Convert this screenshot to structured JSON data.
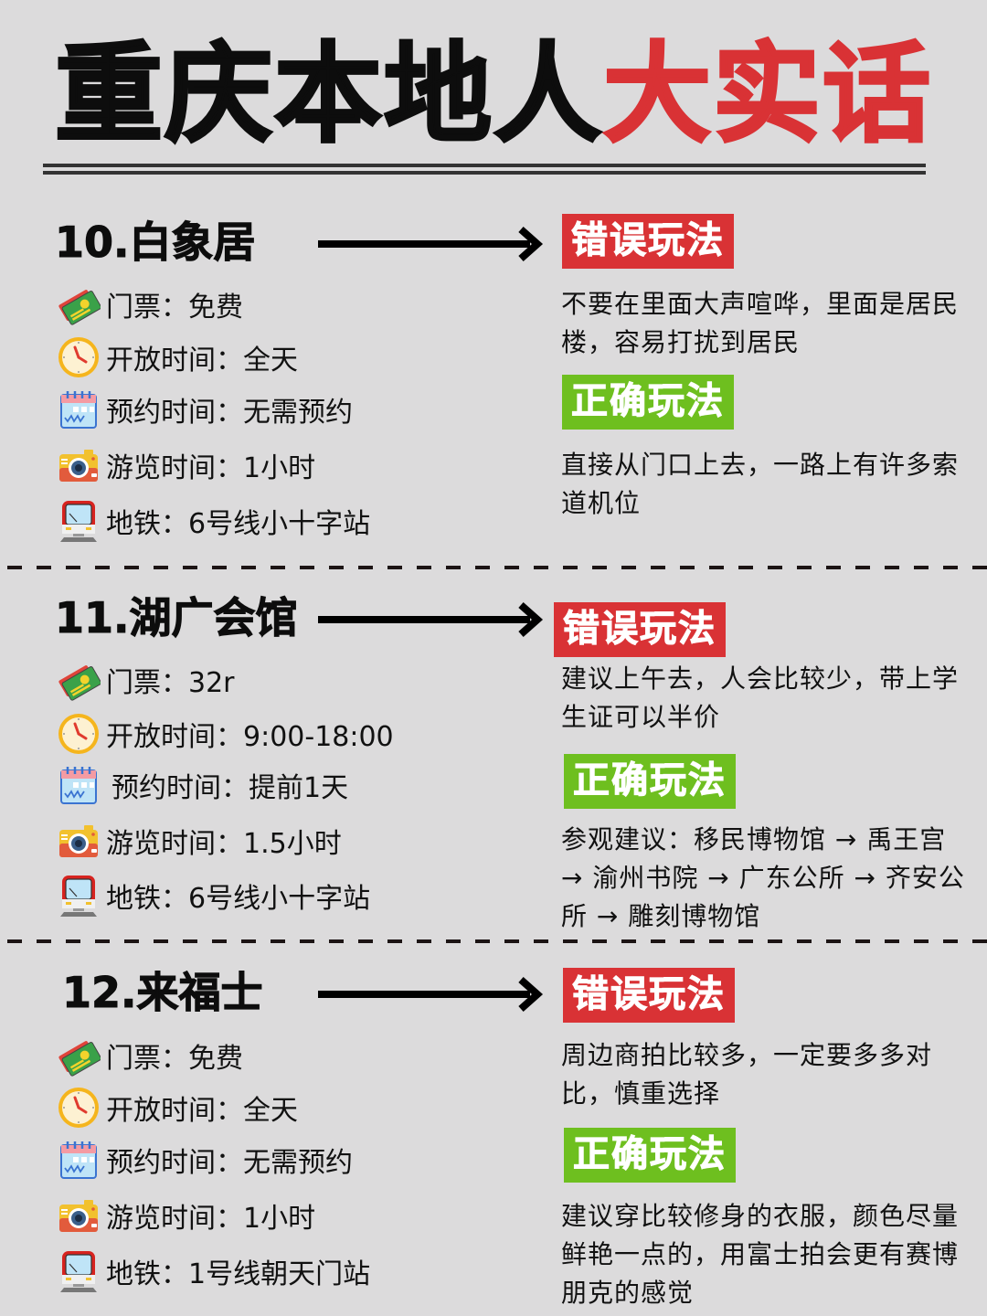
{
  "header": {
    "title_black": "重庆本地人",
    "title_red": "大实话"
  },
  "colors": {
    "background": "#dcdbdc",
    "accent_red": "#d93235",
    "accent_green": "#6ebf1f",
    "text": "#111111"
  },
  "labels": {
    "wrong_way": "错误玩法",
    "right_way": "正确玩法"
  },
  "icons": {
    "ticket": "ticket-icon",
    "clock": "clock-icon",
    "calendar": "calendar-icon",
    "camera": "camera-icon",
    "metro": "metro-train-icon"
  },
  "sections": [
    {
      "heading": "10.白象居",
      "info": [
        {
          "icon": "ticket",
          "text": "门票：免费"
        },
        {
          "icon": "clock",
          "text": "开放时间：全天"
        },
        {
          "icon": "calendar",
          "text": "预约时间：无需预约"
        },
        {
          "icon": "camera",
          "text": "游览时间：1小时"
        },
        {
          "icon": "metro",
          "text": "地铁：6号线小十字站"
        }
      ],
      "wrong_lines": [
        "不要在里面大声喧哗，里面是居民",
        "楼，容易打扰到居民"
      ],
      "right_lines": [
        "直接从门口上去，一路上有许多索",
        "道机位"
      ]
    },
    {
      "heading": "11.湖广会馆",
      "info": [
        {
          "icon": "ticket",
          "text": "门票：32r"
        },
        {
          "icon": "clock",
          "text": "开放时间：9:00-18:00"
        },
        {
          "icon": "calendar",
          "text": "预约时间：提前1天"
        },
        {
          "icon": "camera",
          "text": "游览时间：1.5小时"
        },
        {
          "icon": "metro",
          "text": "地铁：6号线小十字站"
        }
      ],
      "wrong_lines": [
        "建议上午去，人会比较少，带上学",
        "生证可以半价"
      ],
      "right_lines": [
        "参观建议：移民博物馆 → 禹王宫",
        "→ 渝州书院 → 广东公所 → 齐安公",
        "所 → 雕刻博物馆"
      ]
    },
    {
      "heading": "12.来福士",
      "info": [
        {
          "icon": "ticket",
          "text": "门票：免费"
        },
        {
          "icon": "clock",
          "text": "开放时间：全天"
        },
        {
          "icon": "calendar",
          "text": "预约时间：无需预约"
        },
        {
          "icon": "camera",
          "text": "游览时间：1小时"
        },
        {
          "icon": "metro",
          "text": "地铁：1号线朝天门站"
        }
      ],
      "wrong_lines": [
        "周边商拍比较多，一定要多多对",
        "比，慎重选择"
      ],
      "right_lines": [
        "建议穿比较修身的衣服，颜色尽量",
        "鲜艳一点的，用富士拍会更有赛博",
        "朋克的感觉"
      ]
    }
  ]
}
